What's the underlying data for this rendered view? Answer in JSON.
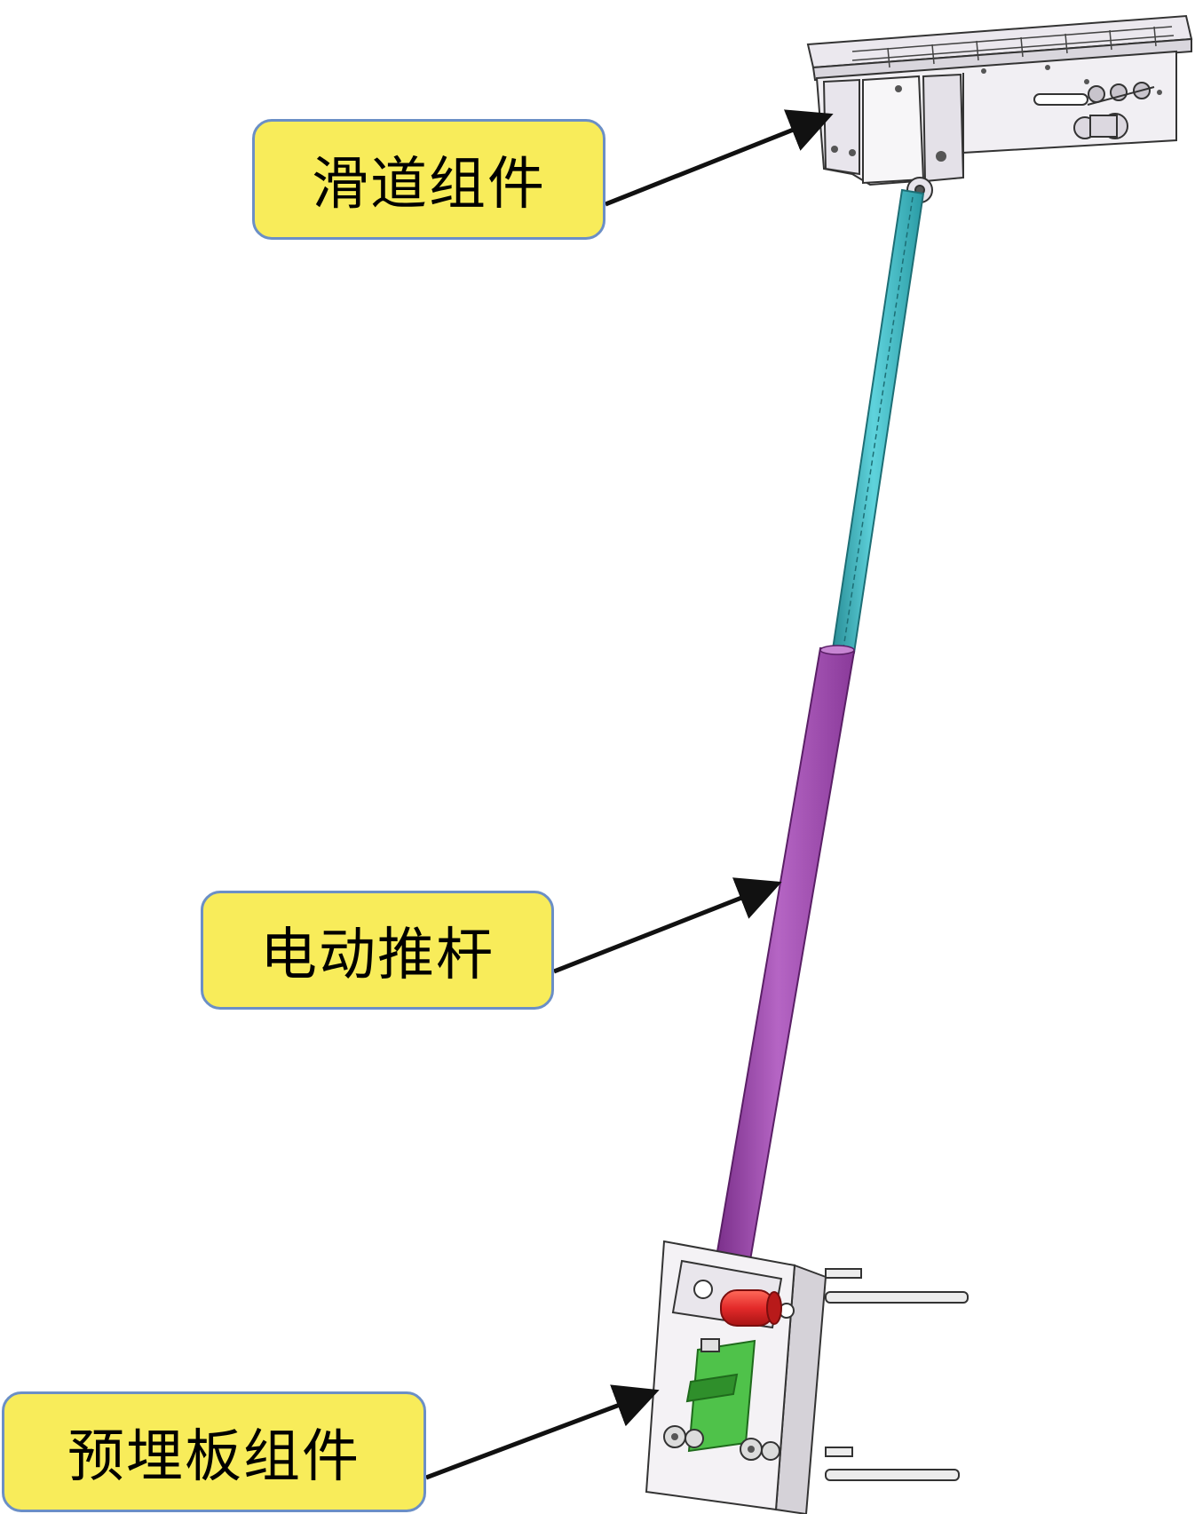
{
  "labels": {
    "slide_assembly": "滑道组件",
    "electric_actuator": "电动推杆",
    "embedded_plate_assembly": "预埋板组件"
  },
  "colors": {
    "callout_fill": "#f8ec5a",
    "callout_border": "#6b8fc6",
    "rod_upper": "#3fb8c2",
    "rod_lower": "#9a47a8",
    "roller": "#e32a2a",
    "bracket": "#4fc24a",
    "arrow": "#111111"
  }
}
